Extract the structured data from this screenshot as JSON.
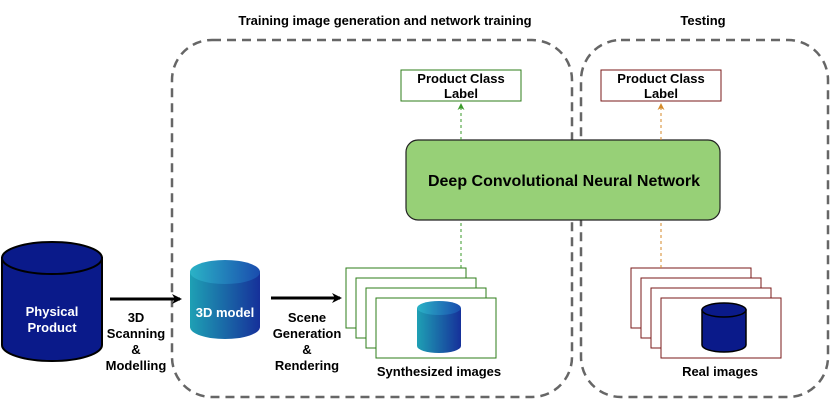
{
  "sections": {
    "training_title": "Training image generation and network training",
    "testing_title": "Testing"
  },
  "physical_product": {
    "line1": "Physical",
    "line2": "Product"
  },
  "scanning_step": {
    "line1": "3D",
    "line2": "Scanning",
    "line3": "&",
    "line4": "Modelling"
  },
  "model": {
    "label": "3D model"
  },
  "rendering_step": {
    "line1": "Scene",
    "line2": "Generation",
    "line3": "&",
    "line4": "Rendering"
  },
  "synthesized": {
    "label": "Synthesized images"
  },
  "real": {
    "label": "Real images"
  },
  "network": {
    "label": "Deep Convolutional Neural Network"
  },
  "label_train": {
    "line1": "Product Class",
    "line2": "Label"
  },
  "label_test": {
    "line1": "Product Class",
    "line2": "Label"
  },
  "colors": {
    "dashed_border": "#666666",
    "network_fill": "#97d077",
    "network_stroke": "#222222",
    "train_green": "#2d7d18",
    "test_red": "#7a1818",
    "train_arrow": "#3a9a2a",
    "test_arrow": "#d48a2a",
    "cylinder_dark": "#0a1a8a"
  }
}
